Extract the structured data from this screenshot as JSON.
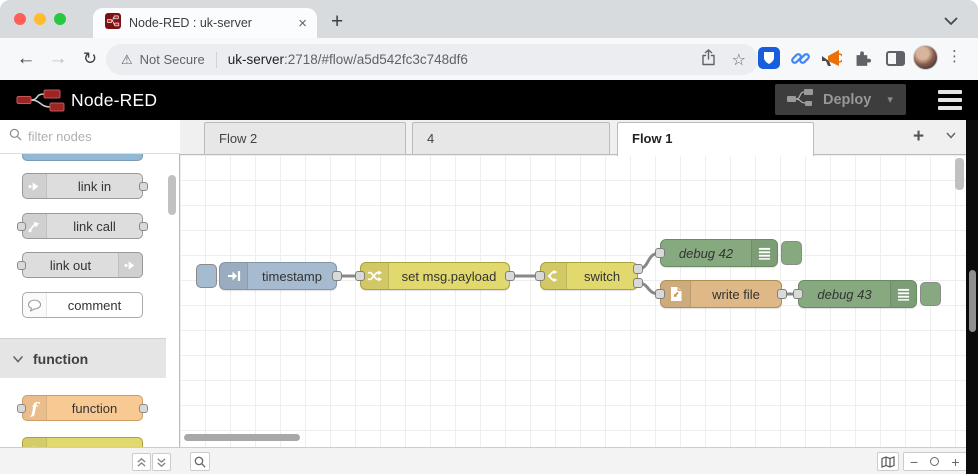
{
  "browser": {
    "tab_title": "Node-RED : uk-server",
    "close_glyph": "×",
    "new_tab_glyph": "+",
    "back_glyph": "←",
    "forward_glyph": "→",
    "reload_glyph": "↻",
    "warning_glyph": "⚠",
    "security_label": "Not Secure",
    "url_host": "uk-server",
    "url_rest": ":2718/#flow/a5d542fc3c748df6",
    "star_glyph": "☆",
    "kebab_glyph": "⋮"
  },
  "header": {
    "app_title": "Node-RED",
    "deploy_label": "Deploy",
    "deploy_caret": "▾"
  },
  "palette": {
    "filter_placeholder": "filter nodes",
    "items": [
      {
        "label": "link in"
      },
      {
        "label": "link call"
      },
      {
        "label": "link out"
      },
      {
        "label": "comment"
      }
    ],
    "category_label": "function",
    "function_node_label": "function"
  },
  "flow_tabs": {
    "tabs": [
      {
        "label": "Flow 2",
        "active": false
      },
      {
        "label": "4",
        "active": false
      },
      {
        "label": "Flow 1",
        "active": true
      }
    ],
    "add_glyph": "+",
    "menu_glyph": "▼"
  },
  "canvas_nodes": {
    "inject": "timestamp",
    "change": "set msg.payload",
    "switch": "switch",
    "debug_a": "debug 42",
    "file": "write file",
    "debug_b": "debug 43"
  },
  "colors": {
    "header_bg": "#000000",
    "deploy_bg": "#3d3d3d",
    "inject_node": "#a6bbcf",
    "function_yellow": "#e2d96e",
    "debug_green": "#87a980",
    "file_tan": "#deb887",
    "function_orange": "#f9c994",
    "link_grey": "#dddddd",
    "comment_white": "#ffffff",
    "bitwarden_blue": "#175ddc",
    "traffic_red": "#ff5f57",
    "traffic_yellow": "#febc2e",
    "traffic_green": "#28c840"
  }
}
